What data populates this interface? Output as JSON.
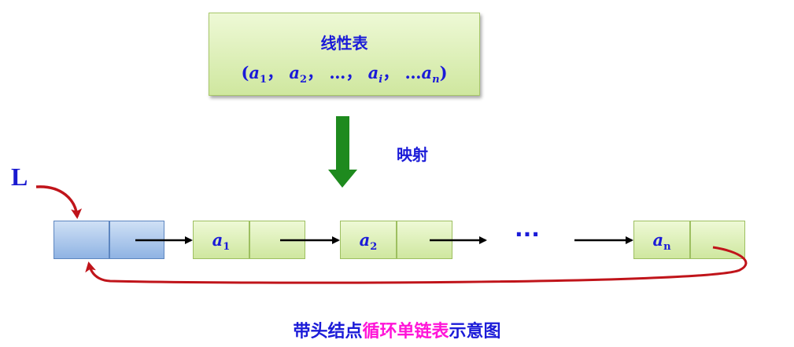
{
  "top_box": {
    "title": "线性表",
    "formula": {
      "open": "(",
      "a": "a",
      "sep": "，",
      "i": "i",
      "n": "n",
      "one": "1",
      "two": "2",
      "dots": "…",
      "dots3": "…",
      "close": ")"
    }
  },
  "mapping_label": "映射",
  "head_pointer": "L",
  "nodes": [
    {
      "letter": "a",
      "sub": "1"
    },
    {
      "letter": "a",
      "sub": "2"
    },
    {
      "letter": "a",
      "sub": "n"
    }
  ],
  "ellipsis": "···",
  "caption": {
    "part1": "带头结点",
    "part2": "循环单链表",
    "part3": "示意图"
  },
  "colors": {
    "text": "#1b1bd8",
    "highlight": "#ff14d8",
    "arrow_green": "#1e8a1e",
    "loop_red": "#c0141a"
  }
}
